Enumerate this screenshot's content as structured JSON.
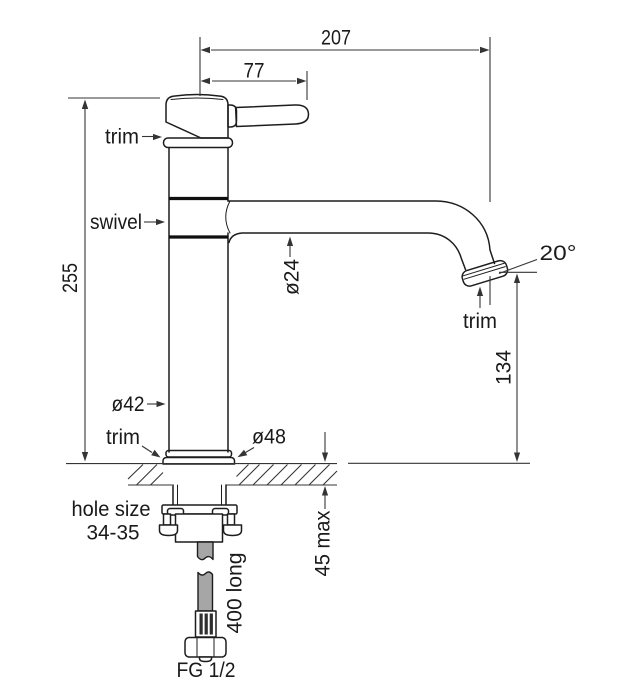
{
  "diagram": {
    "type": "technical-dimension-drawing",
    "subject": "tall kitchen sink mixer tap, side elevation with installation dimensions",
    "colors": {
      "background": "#ffffff",
      "outline": "#1d1d1d",
      "dimension_lines": "#343434",
      "hose_fill": "#a6a6a6"
    },
    "labels": {
      "overall_reach": "207",
      "handle_reach": "77",
      "height": "255",
      "trim_top": "trim",
      "swivel": "swivel",
      "spout_diameter": "ø24",
      "spout_angle": "20°",
      "trim_spout": "trim",
      "outlet_height": "134",
      "body_diameter": "ø42",
      "trim_base": "trim",
      "base_diameter": "ø48",
      "hole_size_line1": "hole size",
      "hole_size_line2": "34-35",
      "bench_thickness": "45 max",
      "hose_length": "400 long",
      "connection": "FG 1/2"
    }
  }
}
